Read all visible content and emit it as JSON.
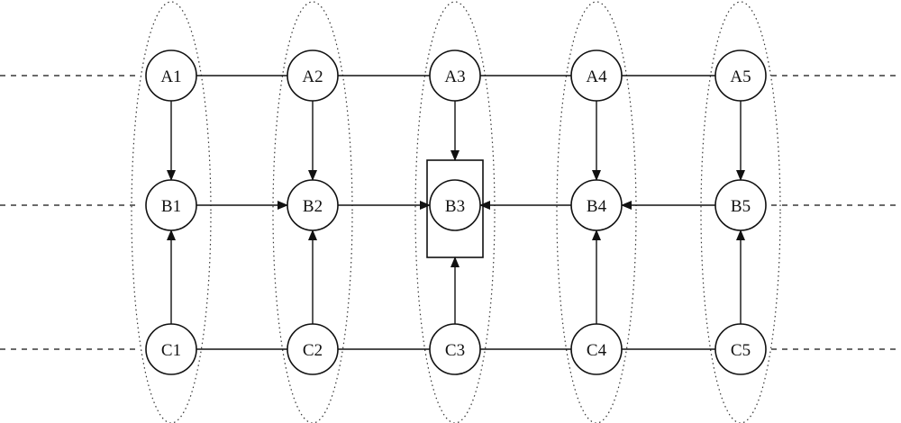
{
  "nodes": [
    {
      "id": "A1",
      "label": "A1"
    },
    {
      "id": "A2",
      "label": "A2"
    },
    {
      "id": "A3",
      "label": "A3"
    },
    {
      "id": "A4",
      "label": "A4"
    },
    {
      "id": "A5",
      "label": "A5"
    },
    {
      "id": "B1",
      "label": "B1"
    },
    {
      "id": "B2",
      "label": "B2"
    },
    {
      "id": "B3",
      "label": "B3"
    },
    {
      "id": "B4",
      "label": "B4"
    },
    {
      "id": "B5",
      "label": "B5"
    },
    {
      "id": "C1",
      "label": "C1"
    },
    {
      "id": "C2",
      "label": "C2"
    },
    {
      "id": "C3",
      "label": "C3"
    },
    {
      "id": "C4",
      "label": "C4"
    },
    {
      "id": "C5",
      "label": "C5"
    }
  ],
  "edges": [
    {
      "from": "A1",
      "to": "A2",
      "arrow": false
    },
    {
      "from": "A2",
      "to": "A3",
      "arrow": false
    },
    {
      "from": "A3",
      "to": "A4",
      "arrow": false
    },
    {
      "from": "A4",
      "to": "A5",
      "arrow": false
    },
    {
      "from": "C1",
      "to": "C2",
      "arrow": false
    },
    {
      "from": "C2",
      "to": "C3",
      "arrow": false
    },
    {
      "from": "C3",
      "to": "C4",
      "arrow": false
    },
    {
      "from": "C4",
      "to": "C5",
      "arrow": false
    },
    {
      "from": "A1",
      "to": "B1",
      "arrow": true
    },
    {
      "from": "A2",
      "to": "B2",
      "arrow": true
    },
    {
      "from": "A3",
      "to": "B3",
      "arrow": true
    },
    {
      "from": "A4",
      "to": "B4",
      "arrow": true
    },
    {
      "from": "A5",
      "to": "B5",
      "arrow": true
    },
    {
      "from": "C1",
      "to": "B1",
      "arrow": true
    },
    {
      "from": "C2",
      "to": "B2",
      "arrow": true
    },
    {
      "from": "C3",
      "to": "B3",
      "arrow": true
    },
    {
      "from": "C4",
      "to": "B4",
      "arrow": true
    },
    {
      "from": "C5",
      "to": "B5",
      "arrow": true
    },
    {
      "from": "B1",
      "to": "B2",
      "arrow": true
    },
    {
      "from": "B2",
      "to": "B3",
      "arrow": true
    },
    {
      "from": "B4",
      "to": "B3",
      "arrow": true
    },
    {
      "from": "B5",
      "to": "B4",
      "arrow": true
    }
  ],
  "highlighted_node": "B3",
  "columns": 5,
  "rows": [
    "A",
    "B",
    "C"
  ]
}
